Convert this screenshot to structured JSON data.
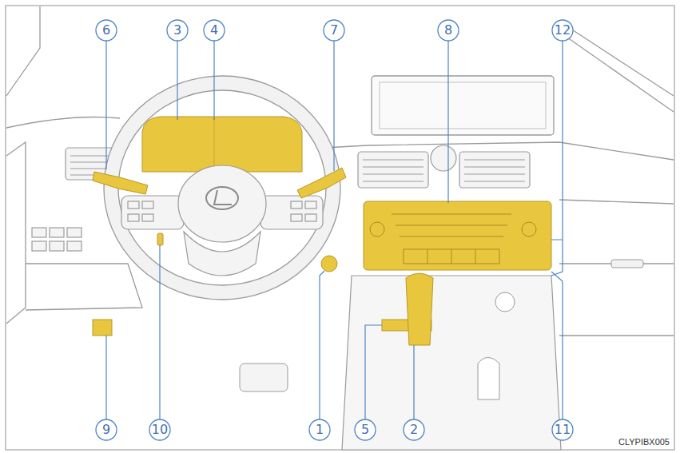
{
  "diagram": {
    "labels": [
      "6",
      "3",
      "4",
      "7",
      "8",
      "12",
      "9",
      "10",
      "1",
      "5",
      "2",
      "11",
      "CLYPIBX005"
    ]
  }
}
